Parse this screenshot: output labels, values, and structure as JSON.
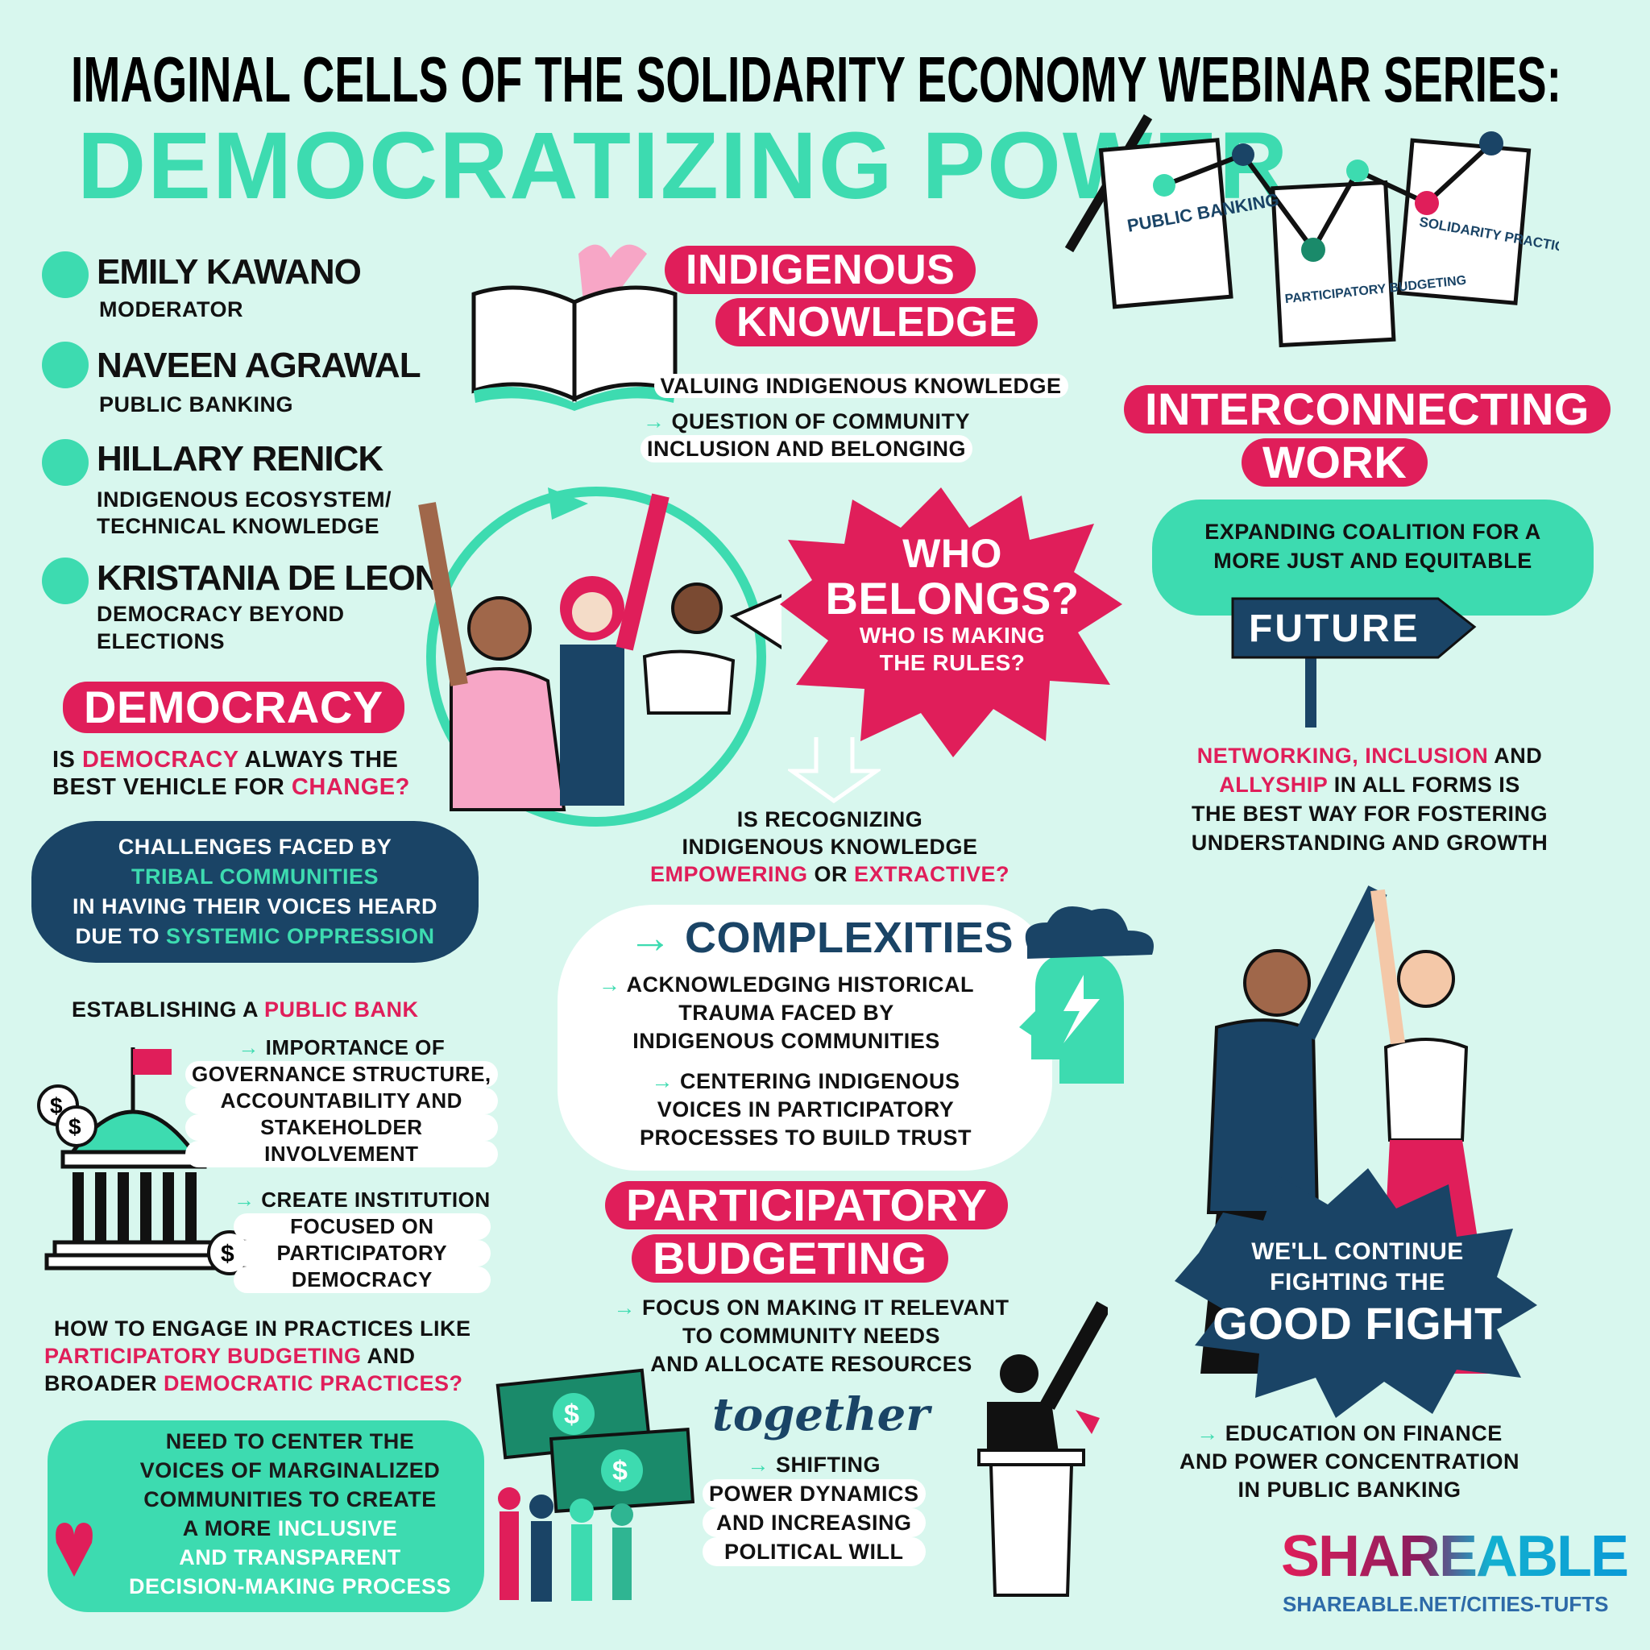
{
  "header": {
    "series_title": "Imaginal Cells of the Solidarity Economy Webinar Series:",
    "title": "Democratizing Power"
  },
  "speakers": [
    {
      "name": "Emily Kawano",
      "role": [
        "Moderator"
      ]
    },
    {
      "name": "Naveen Agrawal",
      "role": [
        "Public Banking"
      ]
    },
    {
      "name": "Hillary Renick",
      "role": [
        "Indigenous Ecosystem/",
        "Technical Knowledge"
      ]
    },
    {
      "name": "Kristania De Leon",
      "role": [
        "Democracy Beyond",
        "Elections"
      ]
    }
  ],
  "documents": [
    "Public Banking",
    "Participatory Budgeting",
    "Solidarity Practices"
  ],
  "democracy": {
    "label": "Democracy",
    "question": [
      "Is",
      "Democracy",
      "always the",
      "best vehicle for",
      "Change?"
    ],
    "challenges": [
      "Challenges faced by",
      "Tribal Communities",
      "in having their voices heard",
      "due to",
      "Systemic Oppression"
    ]
  },
  "public_bank": {
    "heading": [
      "Establishing a",
      "Public Bank"
    ],
    "bullet1": [
      "Importance of",
      "Governance Structure,",
      "Accountability and",
      "Stakeholder",
      "Involvement"
    ],
    "bullet2": [
      "Create Institution",
      "Focused on",
      "Participatory",
      "Democracy"
    ]
  },
  "engage": {
    "lines": [
      "How to engage in practices like",
      "Participatory Budgeting",
      "and",
      "Broader",
      "Democratic Practices",
      "?"
    ]
  },
  "center_voices": [
    "Need to center the",
    "voices of marginalized",
    "communities to create",
    "a more",
    "inclusive",
    "and transparent",
    "decision-making process"
  ],
  "indigenous": {
    "label": [
      "Indigenous",
      "Knowledge"
    ],
    "bullet1": "Valuing Indigenous Knowledge",
    "bullet2": [
      "Question of Community",
      "Inclusion and Belonging"
    ]
  },
  "who_belongs": {
    "title": [
      "Who",
      "Belongs?"
    ],
    "subtitle": [
      "Who is making",
      "the rules?"
    ]
  },
  "recognizing": [
    "Is recognizing",
    "Indigenous Knowledge",
    "Empowering",
    "or",
    "Extractive?"
  ],
  "complexities": {
    "title": "Complexities",
    "bullet1": [
      "Acknowledging historical",
      "trauma faced by",
      "Indigenous communities"
    ],
    "bullet2": [
      "Centering Indigenous",
      "voices in participatory",
      "processes to build trust"
    ]
  },
  "participatory": {
    "label": [
      "Participatory",
      "Budgeting"
    ],
    "bullet1": [
      "Focus on making it relevant",
      "to community needs",
      "and allocate resources"
    ],
    "together": "together",
    "bullet2": [
      "Shifting",
      "Power Dynamics",
      "and increasing",
      "Political Will"
    ]
  },
  "interconnecting": {
    "label": [
      "Interconnecting",
      "Work"
    ],
    "coalition": [
      "Expanding coalition for a",
      "more just and equitable"
    ],
    "sign": "Future",
    "networking": [
      "Networking,",
      "Inclusion",
      "and",
      "Allyship",
      "in all forms is",
      "the best way for fostering",
      "understanding and growth"
    ]
  },
  "good_fight": [
    "We'll continue",
    "fighting the",
    "Good Fight"
  ],
  "education": [
    "Education on Finance",
    "and Power Concentration",
    "in Public Banking"
  ],
  "logo": {
    "brand": "Shareable",
    "url": "shareable.net/cities-tufts"
  },
  "colors": {
    "background": "#d8f7ee",
    "teal": "#3ddbb0",
    "pink": "#e01e5a",
    "navy": "#1a4466"
  }
}
